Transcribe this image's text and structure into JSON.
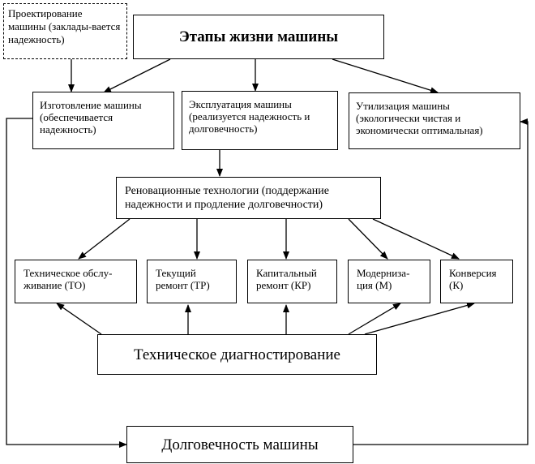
{
  "design": "Проектирование машины (заклады-вается надежность)",
  "title": "Этапы жизни машины",
  "stages": {
    "manufacture": "Изготовление машины (обеспечивается надежность)",
    "operation": "Эксплуатация машины (реализуется надежность и долговечность)",
    "disposal": "Утилизация машины (экологически чистая и экономически оптимальная)"
  },
  "renovation": "Реновационные технологии (поддержание надежности и продление долговечности)",
  "actions": [
    {
      "label": "Техническое обслу-живание (ТО)"
    },
    {
      "label": "Текущий ремонт (ТР)"
    },
    {
      "label": "Капитальный ремонт (КР)"
    },
    {
      "label": "Модерниза-ция (М)"
    },
    {
      "label": "Конверсия (К)"
    }
  ],
  "diagnostics": "Техническое диагностирование",
  "durability": "Долговечность машины"
}
